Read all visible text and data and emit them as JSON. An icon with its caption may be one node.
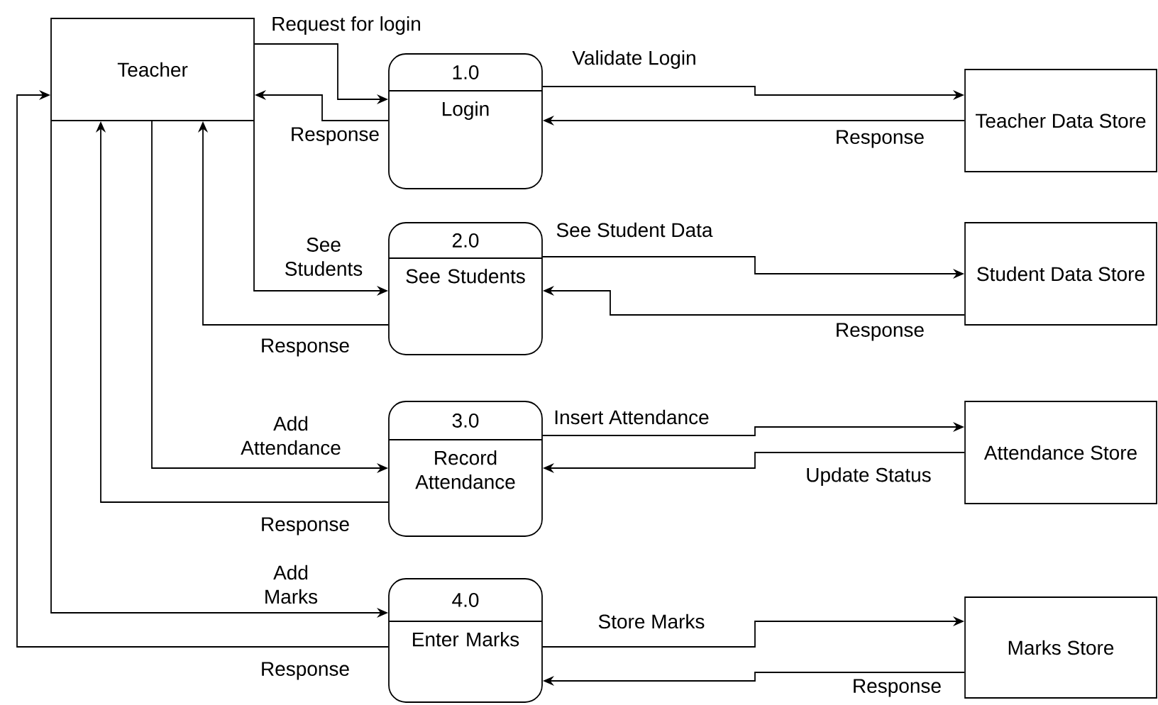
{
  "diagram": {
    "nodes": [
      {
        "text": [
          "Teacher"
        ]
      },
      {
        "text": [
          "1.0",
          "Login"
        ]
      },
      {
        "text": [
          "2.0",
          "See Students"
        ]
      },
      {
        "text": [
          "3.0",
          "Record Attendance"
        ]
      },
      {
        "text": [
          "4.0",
          "Enter Marks"
        ]
      },
      {
        "text": [
          "Teacher Data Store"
        ]
      },
      {
        "text": [
          "Student Data Store"
        ]
      },
      {
        "text": [
          "Attendance Store"
        ]
      },
      {
        "text": [
          "Marks Store"
        ]
      }
    ],
    "edges": [
      {
        "from": 0,
        "to": 1,
        "arrow": "to",
        "label": "Request for login"
      },
      {
        "from": 1,
        "to": 0,
        "arrow": "to",
        "label": "Response"
      },
      {
        "from": 1,
        "to": 5,
        "arrow": "to",
        "label": "Validate Login"
      },
      {
        "from": 5,
        "to": 1,
        "arrow": "to",
        "label": "Response"
      },
      {
        "from": 0,
        "to": 2,
        "arrow": "to",
        "label": "See Students"
      },
      {
        "from": 2,
        "to": 0,
        "arrow": "to",
        "label": "Response"
      },
      {
        "from": 2,
        "to": 6,
        "arrow": "to",
        "label": "See Student Data"
      },
      {
        "from": 6,
        "to": 2,
        "arrow": "to",
        "label": "Response"
      },
      {
        "from": 0,
        "to": 3,
        "arrow": "to",
        "label": "Add Attendance"
      },
      {
        "from": 3,
        "to": 0,
        "arrow": "to",
        "label": "Response"
      },
      {
        "from": 3,
        "to": 7,
        "arrow": "to",
        "label": "Insert Attendance"
      },
      {
        "from": 7,
        "to": 3,
        "arrow": "to",
        "label": "Update Status"
      },
      {
        "from": 0,
        "to": 4,
        "arrow": "to",
        "label": "Add Marks"
      },
      {
        "from": 4,
        "to": 0,
        "arrow": "to",
        "label": "Response"
      },
      {
        "from": 4,
        "to": 8,
        "arrow": "to",
        "label": "Store Marks"
      },
      {
        "from": 8,
        "to": 4,
        "arrow": "to",
        "label": "Response"
      }
    ]
  }
}
